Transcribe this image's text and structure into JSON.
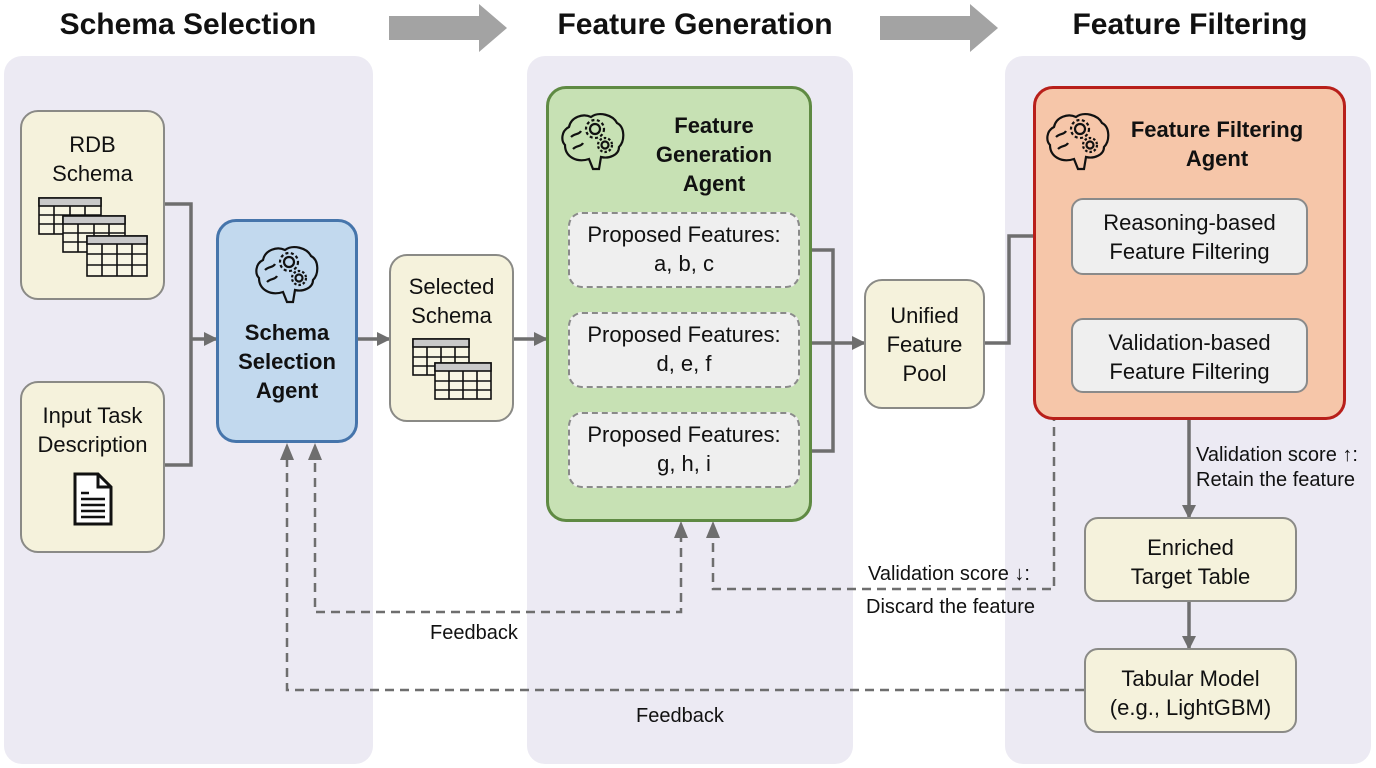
{
  "stages": {
    "schema_selection": "Schema Selection",
    "feature_generation": "Feature Generation",
    "feature_filtering": "Feature Filtering"
  },
  "schema_stage": {
    "rdb_schema": [
      "RDB",
      "Schema"
    ],
    "input_task": [
      "Input Task",
      "Description"
    ],
    "agent": [
      "Schema",
      "Selection",
      "Agent"
    ],
    "selected_schema": [
      "Selected",
      "Schema"
    ]
  },
  "generation_stage": {
    "agent": [
      "Feature",
      "Generation",
      "Agent"
    ],
    "proposals": [
      {
        "title": "Proposed Features:",
        "items": "a, b, c"
      },
      {
        "title": "Proposed Features:",
        "items": "d, e, f"
      },
      {
        "title": "Proposed Features:",
        "items": "g, h, i"
      }
    ],
    "unified_pool": [
      "Unified",
      "Feature",
      "Pool"
    ]
  },
  "filtering_stage": {
    "agent": [
      "Feature Filtering",
      "Agent"
    ],
    "reasoning": [
      "Reasoning-based",
      "Feature Filtering"
    ],
    "validation": [
      "Validation-based",
      "Feature Filtering"
    ],
    "retain_label": [
      "Validation score ↑:",
      "Retain the feature"
    ],
    "discard_label": [
      "Validation score ↓:",
      "Discard the feature"
    ],
    "enriched": [
      "Enriched",
      "Target Table"
    ],
    "model": [
      "Tabular Model",
      "(e.g., LightGBM)"
    ]
  },
  "feedback": {
    "inner": "Feedback",
    "outer": "Feedback"
  },
  "colors": {
    "schema_agent": "#c2d9ee",
    "generation_agent": "#c7e1b4",
    "filtering_agent": "#f6c6a9",
    "filtering_border": "#b81f1a",
    "input_box": "#f5f2dc",
    "panel": "#eceaf3",
    "connector": "#6e6e6e"
  }
}
